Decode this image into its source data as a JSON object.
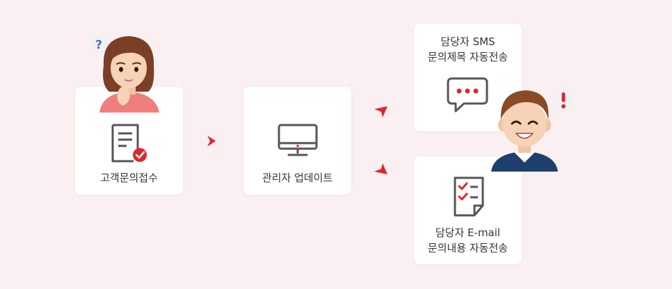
{
  "steps": [
    {
      "label": "고객문의접수"
    },
    {
      "label": "관리자 업데이트"
    },
    {
      "label_line1": "담당자 SMS",
      "label_line2": "문의제목 자동전송"
    },
    {
      "label_line1": "담당자 E-mail",
      "label_line2": "문의내용 자동전송"
    }
  ],
  "icons": {
    "step1": "document-check-icon",
    "step2": "monitor-icon",
    "step3": "chat-bubble-icon",
    "step4": "checklist-icon"
  },
  "colors": {
    "background": "#fbf0f1",
    "card": "#ffffff",
    "accent": "#e1262d",
    "icon_stroke": "#555555",
    "text": "#333333"
  }
}
